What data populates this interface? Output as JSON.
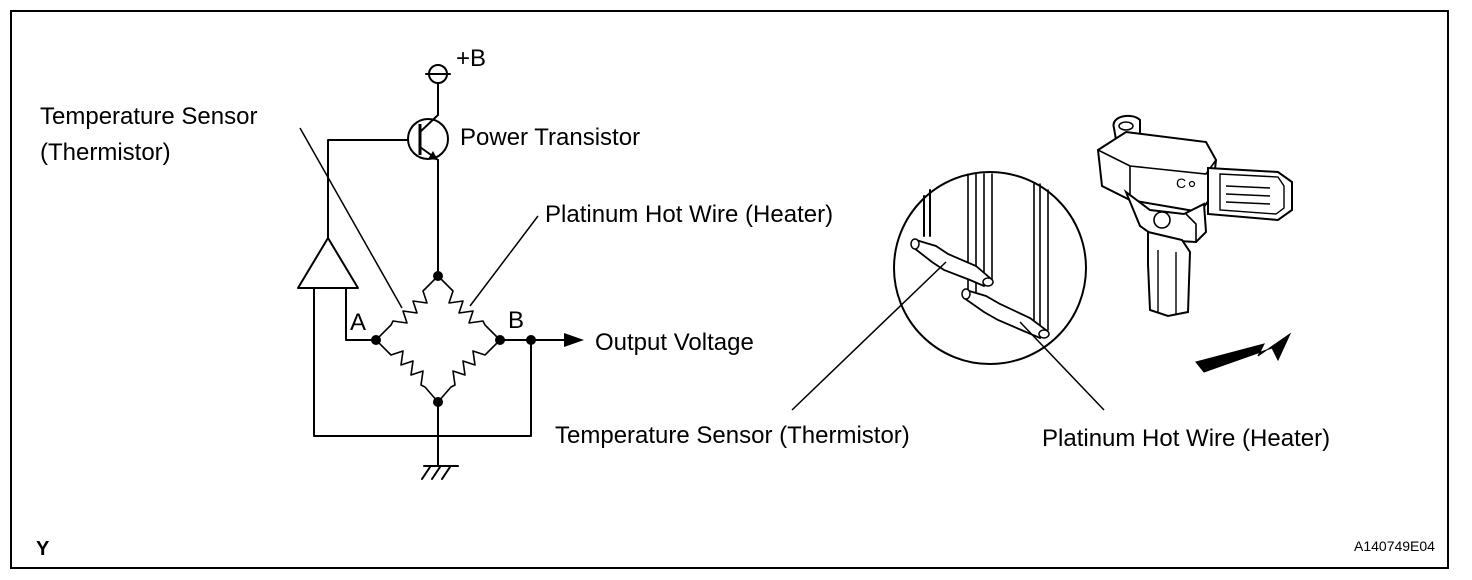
{
  "labels": {
    "plus_b": "+B",
    "power_transistor": "Power Transistor",
    "temp_sensor_line1": "Temperature Sensor",
    "temp_sensor_line2": "(Thermistor)",
    "platinum_hot_wire_top": "Platinum Hot Wire (Heater)",
    "node_a": "A",
    "node_b": "B",
    "output_voltage": "Output Voltage",
    "temp_sensor_bottom": "Temperature Sensor (Thermistor)",
    "platinum_hot_wire_bottom": "Platinum Hot Wire (Heater)",
    "corner_letter": "Y",
    "figure_code": "A140749E04"
  },
  "icons": {
    "power_transistor": "npn-transistor-symbol",
    "amplifier": "triangle-amplifier-symbol",
    "ground": "ground-symbol",
    "supply": "power-terminal-symbol",
    "airflow_arrow": "airflow-arrow-icon"
  },
  "colors": {
    "line": "#000000",
    "background": "#ffffff"
  }
}
